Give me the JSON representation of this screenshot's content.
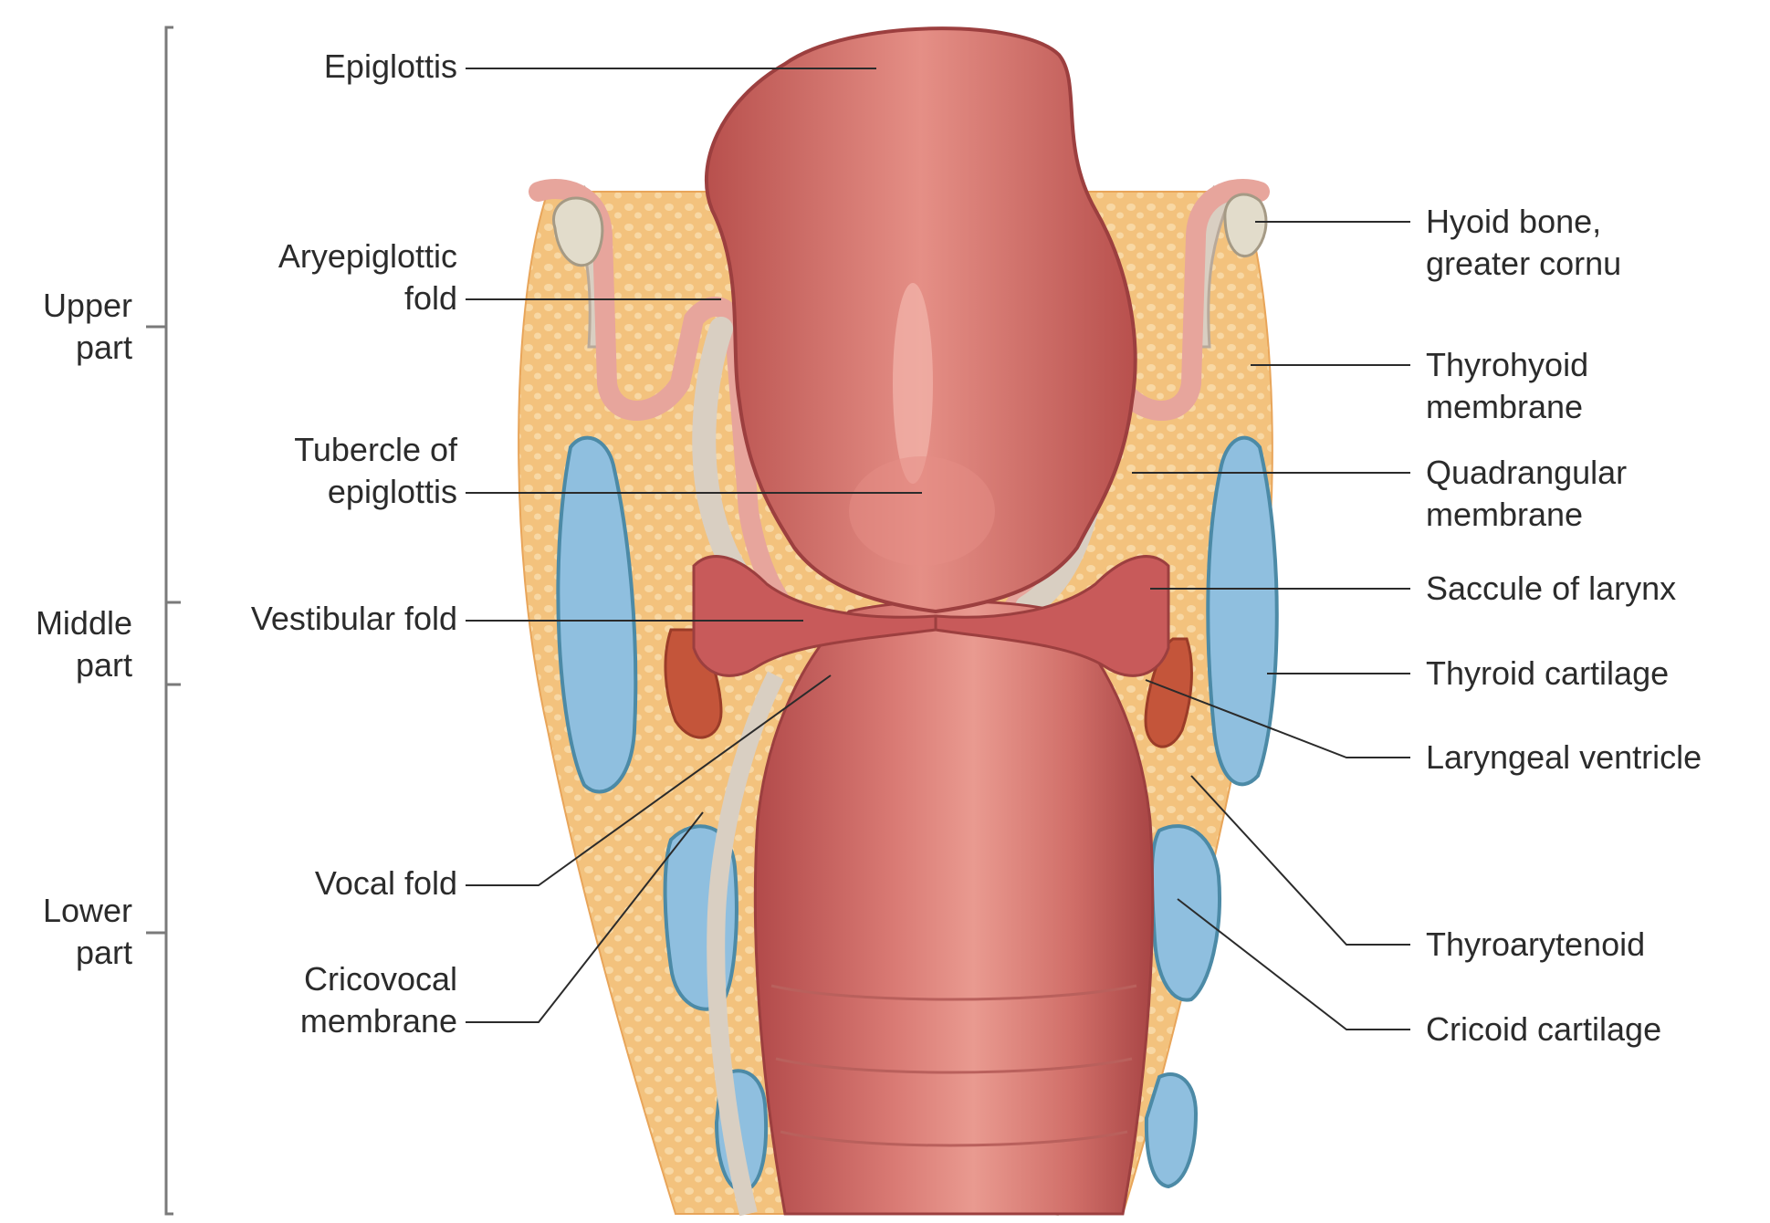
{
  "labels_left": {
    "epiglottis": "Epiglottis",
    "aryepiglottic_fold": "Aryepiglottic\nfold",
    "tubercle_of_epiglottis": "Tubercle of\nepiglottis",
    "vestibular_fold": "Vestibular fold",
    "vocal_fold": "Vocal fold",
    "cricovocal_membrane": "Cricovocal\nmembrane"
  },
  "labels_right": {
    "hyoid_bone": "Hyoid bone,\ngreater cornu",
    "thyrohyoid_membrane": "Thyrohyoid\nmembrane",
    "quadrangular_membrane": "Quadrangular\nmembrane",
    "saccule_of_larynx": "Saccule of larynx",
    "thyroid_cartilage": "Thyroid cartilage",
    "laryngeal_ventricle": "Laryngeal ventricle",
    "thyroarytenoid": "Thyroarytenoid",
    "cricoid_cartilage": "Cricoid cartilage"
  },
  "regions": {
    "upper": "Upper\npart",
    "middle": "Middle\npart",
    "lower": "Lower\npart"
  },
  "colors": {
    "mucosa": "#c85a5a",
    "cartilage_blue": "#8fbfdf",
    "fat": "#f3c27d",
    "bone": "#e2dccb",
    "membrane": "#d9cfc2",
    "muscle": "#c4553a"
  }
}
